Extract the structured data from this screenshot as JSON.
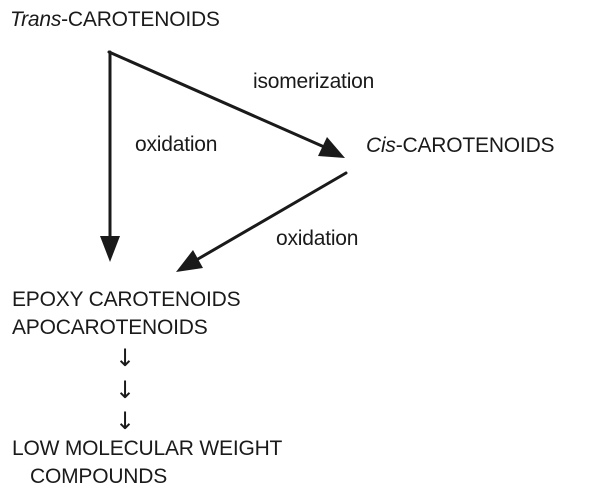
{
  "nodes": {
    "trans": {
      "prefix": "Trans",
      "suffix": "-CAROTENOIDS"
    },
    "cis": {
      "prefix": "Cis",
      "suffix": "-CAROTENOIDS"
    },
    "epoxy": "EPOXY CAROTENOIDS",
    "apo": "APOCAROTENOIDS",
    "low_line1": "LOW MOLECULAR WEIGHT",
    "low_line2": "COMPOUNDS"
  },
  "edges": {
    "isomerization": "isomerization",
    "oxidation_left": "oxidation",
    "oxidation_right": "oxidation"
  },
  "colors": {
    "ink": "#1a1a1a"
  }
}
